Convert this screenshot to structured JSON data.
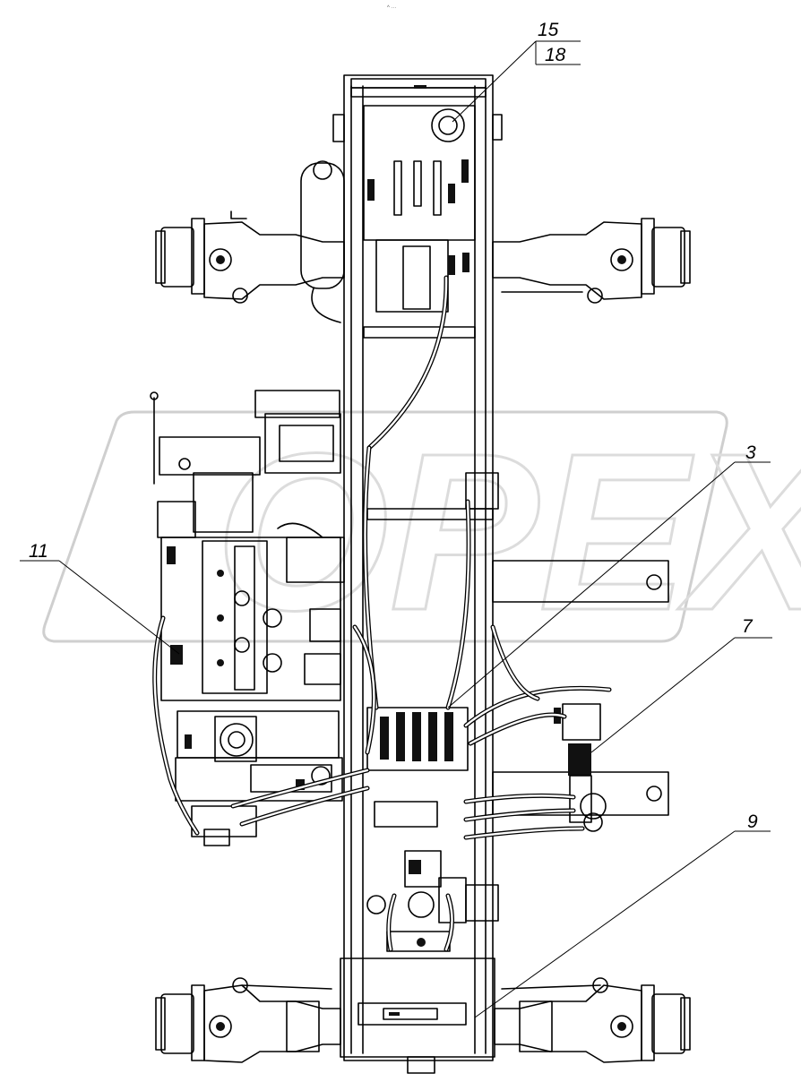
{
  "drawing": {
    "header_mark": "^ ···",
    "callouts": [
      {
        "id": "15",
        "label": "15"
      },
      {
        "id": "18",
        "label": "18"
      },
      {
        "id": "3",
        "label": "3"
      },
      {
        "id": "11",
        "label": "11"
      },
      {
        "id": "7",
        "label": "7"
      },
      {
        "id": "9",
        "label": "9"
      }
    ],
    "watermark": "OPEX"
  }
}
